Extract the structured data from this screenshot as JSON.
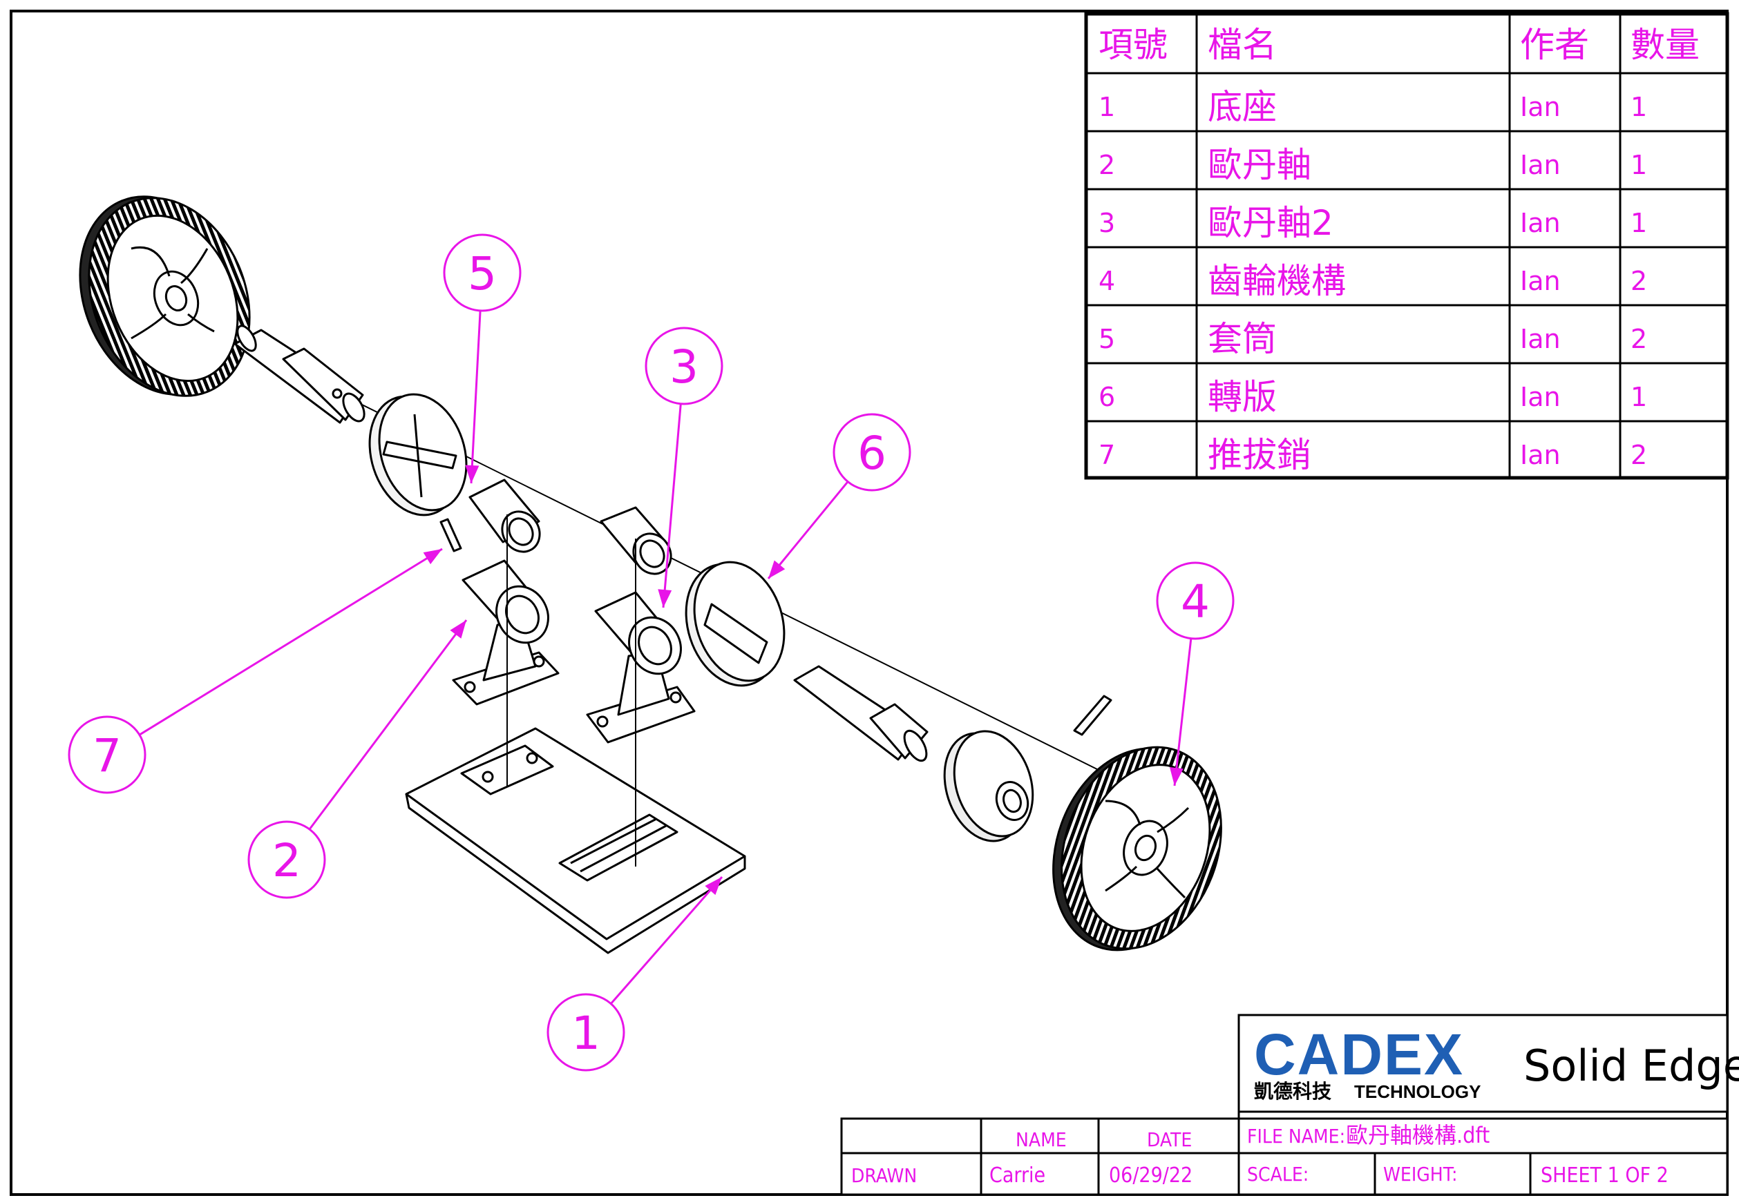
{
  "bom": {
    "headers": [
      "項號",
      "檔名",
      "作者",
      "數量"
    ],
    "rows": [
      [
        "1",
        "底座",
        "Ian",
        "1"
      ],
      [
        "2",
        "歐丹軸",
        "Ian",
        "1"
      ],
      [
        "3",
        "歐丹軸2",
        "Ian",
        "1"
      ],
      [
        "4",
        "齒輪機構",
        "Ian",
        "2"
      ],
      [
        "5",
        "套筒",
        "Ian",
        "2"
      ],
      [
        "6",
        "轉版",
        "Ian",
        "1"
      ],
      [
        "7",
        "推拔銷",
        "Ian",
        "2"
      ]
    ]
  },
  "balloons": [
    "1",
    "2",
    "3",
    "4",
    "5",
    "6",
    "7"
  ],
  "logo": {
    "brand": "CADEX",
    "subtitle_cn": "凱德科技",
    "subtitle_en": "TECHNOLOGY",
    "product": "Solid Edge"
  },
  "title_block": {
    "name_header": "NAME",
    "date_header": "DATE",
    "drawn_label": "DRAWN",
    "drawn_name": "Carrie",
    "drawn_date": "06/29/22",
    "file_name_label": "FILE NAME:",
    "file_name": "歐丹軸機構.dft",
    "scale_label": "SCALE:",
    "weight_label": "WEIGHT:",
    "sheet": "SHEET 1 OF 2"
  },
  "colors": {
    "annotation": "#e815e8",
    "line": "#000000",
    "logo": "#1f5fb4"
  }
}
